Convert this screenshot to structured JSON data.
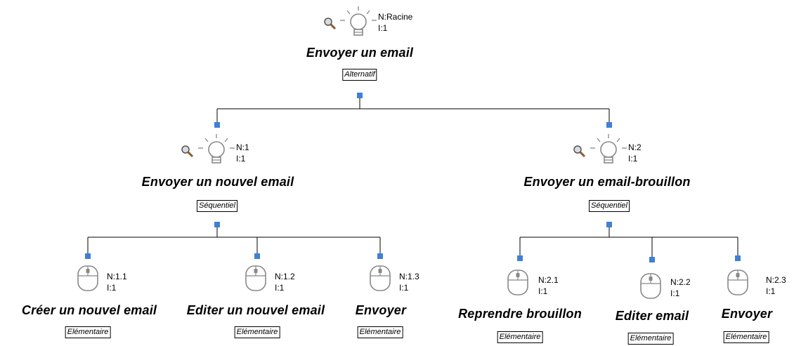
{
  "nodes": {
    "root": {
      "title": "Envoyer un email",
      "number": "N:Racine",
      "iteration": "I:1",
      "operator": "Alternatif"
    },
    "n1": {
      "title": "Envoyer un nouvel email",
      "number": "N:1",
      "iteration": "I:1",
      "operator": "Séquentiel"
    },
    "n2": {
      "title": "Envoyer un email-brouillon",
      "number": "N:2",
      "iteration": "I:1",
      "operator": "Séquentiel"
    },
    "n11": {
      "title": "Créer un nouvel email",
      "number": "N:1.1",
      "iteration": "I:1",
      "operator": "Elémentaire"
    },
    "n12": {
      "title": "Editer un nouvel email",
      "number": "N:1.2",
      "iteration": "I:1",
      "operator": "Elémentaire"
    },
    "n13": {
      "title": "Envoyer",
      "number": "N:1.3",
      "iteration": "I:1",
      "operator": "Elémentaire"
    },
    "n21": {
      "title": "Reprendre brouillon",
      "number": "N:2.1",
      "iteration": "I:1",
      "operator": "Elémentaire"
    },
    "n22": {
      "title": "Editer email",
      "number": "N:2.2",
      "iteration": "I:1",
      "operator": "Elémentaire"
    },
    "n23": {
      "title": "Envoyer",
      "number": "N:2.3",
      "iteration": "I:1",
      "operator": "Elémentaire"
    }
  },
  "icons": {
    "abstract": "lightbulb-icon",
    "zoom": "magnifier-icon",
    "interaction": "mouse-icon"
  },
  "colors": {
    "connector": "#3f7fd6",
    "line": "#000000"
  }
}
